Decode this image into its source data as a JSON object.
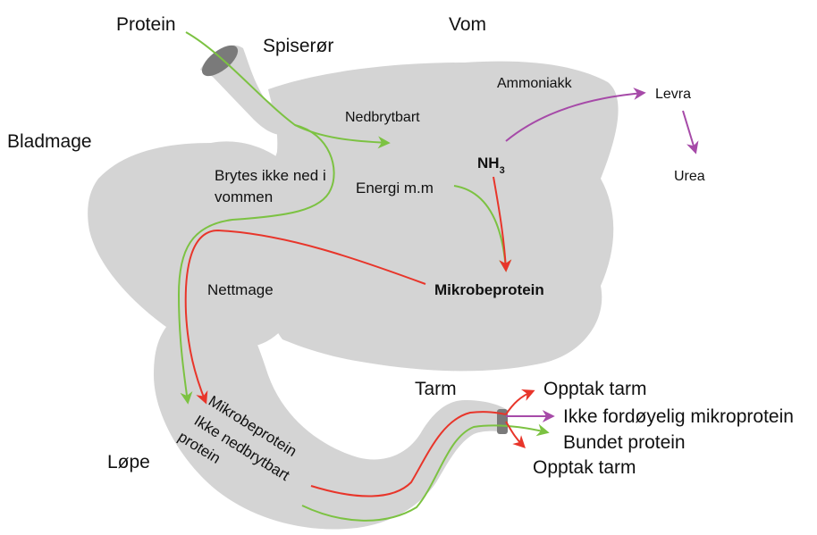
{
  "labels": {
    "protein": "Protein",
    "spiseror": "Spiserør",
    "vom": "Vom",
    "bladmage": "Bladmage",
    "ammoniakk": "Ammoniakk",
    "levra": "Levra",
    "urea": "Urea",
    "nedbrytbart": "Nedbrytbart",
    "nh3_base": "NH",
    "nh3_sub": "3",
    "brytes_line1": "Brytes ikke ned i",
    "brytes_line2": "vommen",
    "energi": "Energi m.m",
    "nettmage": "Nettmage",
    "mikrobeprotein": "Mikrobeprotein",
    "tarm": "Tarm",
    "lope": "Løpe",
    "mikrobeprotein_rot": "Mikrobeprotein",
    "ikke_nedbrytbart_rot": "Ikke nedbrytbart",
    "protein_rot": "protein",
    "opptak_tarm_top": "Opptak tarm",
    "ikke_fordoyelig": "Ikke fordøyelig mikroprotein",
    "bundet_protein": "Bundet protein",
    "opptak_tarm_bottom": "Opptak tarm"
  },
  "colors": {
    "organ": "#d4d4d4",
    "organ_dark": "#7a7a7a",
    "green": "#7cc242",
    "red": "#e8352a",
    "purple": "#a64aa8"
  }
}
